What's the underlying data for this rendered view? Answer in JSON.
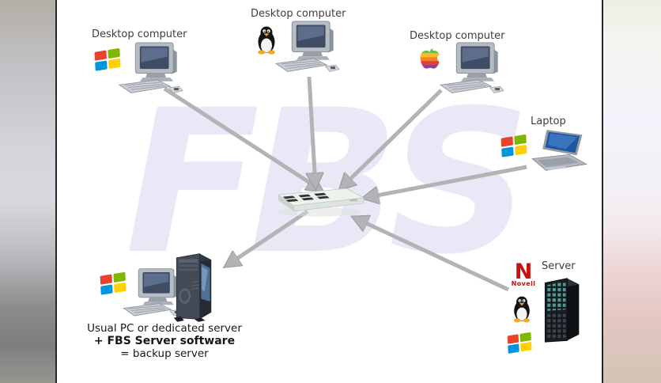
{
  "diagram": {
    "watermark": "FBS",
    "labels": {
      "desktop1": "Desktop computer",
      "desktop2": "Desktop computer",
      "desktop3": "Desktop computer",
      "laptop": "Laptop",
      "server": "Server"
    },
    "backup_caption": {
      "line1": "Usual PC or dedicated server",
      "line2": "+ FBS Server software",
      "line3": "= backup server"
    },
    "novell_logo": {
      "letter": "N",
      "wordmark": "Novell"
    },
    "icons": {
      "desktop1_os": "windows-logo",
      "desktop2_os": "linux-tux-logo",
      "desktop3_os": "apple-rainbow-logo",
      "laptop_os": "windows-logo",
      "server_os": [
        "novell-logo",
        "linux-tux-logo",
        "windows-logo"
      ],
      "backup_os": "windows-logo",
      "hub": "network-switch"
    },
    "colors": {
      "arrow": "#b3b3b5",
      "watermark": "#e8e8f7",
      "label_text": "#3d3d43",
      "caption_text": "#17181c",
      "novell_red": "#c41210",
      "windows_panes": [
        "#e8432f",
        "#7db700",
        "#0096db",
        "#ffd100"
      ],
      "apple_stripes": [
        "#6abf4b",
        "#fdb827",
        "#f5821f",
        "#e23d3d",
        "#963d97",
        "#009ddc"
      ],
      "laptop_screen": "#1e56a0"
    }
  }
}
